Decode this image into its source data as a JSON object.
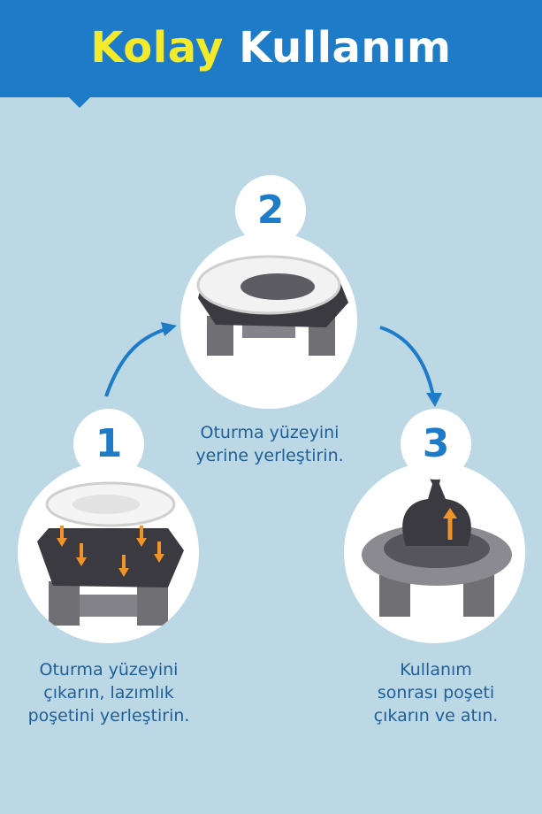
{
  "header": {
    "title_accent": "Kolay",
    "title_main": "Kullanım",
    "background_color": "#1e7bc8",
    "accent_color": "#f2ea2a"
  },
  "steps": [
    {
      "number": "1",
      "caption": "Oturma yüzeyini\nçıkarın, lazımlık\npoşetini yerleştirin."
    },
    {
      "number": "2",
      "caption": "Oturma yüzeyini\nyerine yerleştirin."
    },
    {
      "number": "3",
      "caption": "Kullanım\nsonrası poşeti\nçıkarın ve atın."
    }
  ],
  "arrows": {
    "color": "#1e7bc8",
    "flow_icon": "curved-arrow-icon",
    "insert_arrow_color": "#f0932b"
  }
}
